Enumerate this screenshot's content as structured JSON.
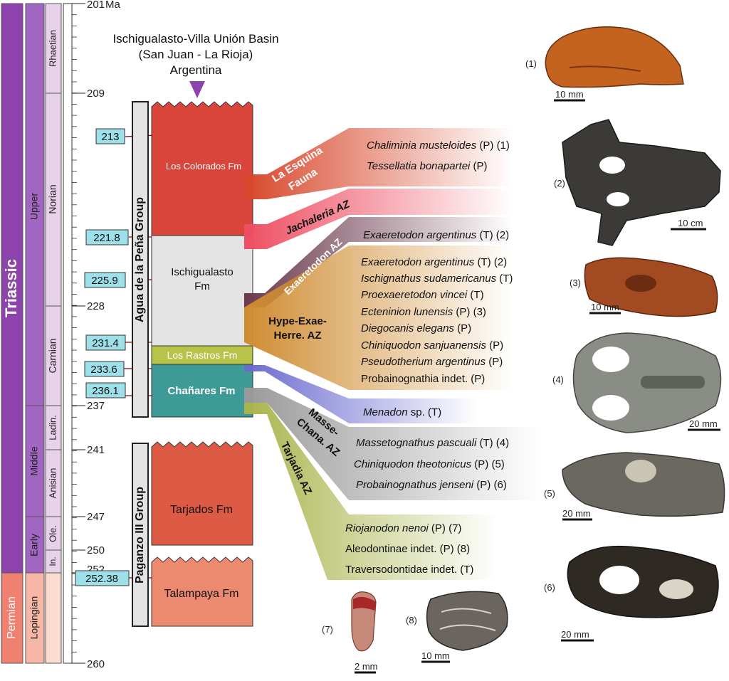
{
  "ages": {
    "unit": "Ma",
    "ticks": [
      "201",
      "209",
      "228",
      "237",
      "241",
      "247",
      "250",
      "252",
      "260"
    ]
  },
  "periods": [
    "Triassic",
    "Permian"
  ],
  "epochs": [
    "Upper",
    "Middle",
    "Early",
    "Lopingian"
  ],
  "stages": [
    "Rhaetian",
    "Norian",
    "Carnian",
    "Ladin.",
    "Anisian",
    "Ole.",
    "In."
  ],
  "title": {
    "line1": "Ischigualasto-Villa Unión Basin",
    "line2": "(San Juan - La Rioja)",
    "line3": "Argentina"
  },
  "radiometric_ages": [
    "213",
    "221.8",
    "225.9",
    "231.4",
    "233.6",
    "236.1",
    "252.38"
  ],
  "groups": {
    "upper": "Agua de la Peña Group",
    "lower": "Paganzo III Group"
  },
  "formations": {
    "los_colorados": "Los Colorados Fm",
    "ischigualasto_1": "Ischigualasto",
    "ischigualasto_2": "Fm",
    "los_rastros": "Los Rastros Fm",
    "chanares": "Chañares Fm",
    "tarjados": "Tarjados Fm",
    "talampaya": "Talampaya Fm"
  },
  "zones": {
    "esquina_1": "La Esquina",
    "esquina_2": "Fauna",
    "jachaleria": "Jachaleria AZ",
    "exaeretodon": "Exaeretodon AZ",
    "hype_1": "Hype-Exae-",
    "hype_2": "Herre. AZ",
    "masse_1": "Masse-",
    "masse_2": "Chana. AZ",
    "tarjadia": "Tarjadia AZ"
  },
  "taxa": {
    "esquina": [
      {
        "name": "Chaliminia musteloides",
        "suffix": " (P) (1)"
      },
      {
        "name": "Tessellatia bonapartei",
        "suffix": " (P)"
      }
    ],
    "exaeretodon": [
      {
        "name": "Exaeretodon argentinus",
        "suffix": " (T) (2)"
      }
    ],
    "hype": [
      {
        "name": "Exaeretodon argentinus",
        "suffix": " (T) (2)"
      },
      {
        "name": "Ischignathus sudamericanus",
        "suffix": " (T)"
      },
      {
        "name": "Proexaeretodon vincei",
        "suffix": " (T)"
      },
      {
        "name": "Ecteninion lunensis",
        "suffix": " (P) (3)"
      },
      {
        "name": "Diegocanis elegans",
        "suffix": " (P)"
      },
      {
        "name": "Chiniquodon sanjuanensis",
        "suffix": " (P)"
      },
      {
        "name": "Pseudotherium argentinus",
        "suffix": " (P)"
      },
      {
        "name": "Probainognathia indet.",
        "suffix": " (P)"
      }
    ],
    "menadon": [
      {
        "name": "Menadon",
        "suffix": " sp. (T)"
      }
    ],
    "masse": [
      {
        "name": "Massetognathus pascuali",
        "suffix": " (T) (4)"
      },
      {
        "name": "Chiniquodon theotonicus",
        "suffix": " (P) (5)"
      },
      {
        "name": "Probainognathus jenseni",
        "suffix": " (P) (6)"
      }
    ],
    "tarjadia": [
      {
        "name": "Riojanodon nenoi",
        "suffix": " (P)  (7)"
      },
      {
        "name": "Aleodontinae indet.",
        "suffix": " (P)  (8)"
      },
      {
        "name": "Traversodontidae indet.",
        "suffix": " (T)"
      }
    ]
  },
  "specimens": [
    {
      "label": "(1)",
      "scale": "10 mm"
    },
    {
      "label": "(2)",
      "scale": "10 cm"
    },
    {
      "label": "(3)",
      "scale": "10 mm"
    },
    {
      "label": "(4)",
      "scale": "20 mm"
    },
    {
      "label": "(5)",
      "scale": "20 mm"
    },
    {
      "label": "(6)",
      "scale": "20 mm"
    },
    {
      "label": "(7)",
      "scale": "2 mm"
    },
    {
      "label": "(8)",
      "scale": "10 mm"
    }
  ],
  "colors": {
    "triassic": "#8e44ad",
    "permian": "#f08070",
    "los_colorados": "#d9453a",
    "ischigualasto": "#e4e4e4",
    "los_rastros": "#b8c34a",
    "chanares": "#3e9a97",
    "tarjados": "#dd5a45",
    "talampaya": "#eb8a6e",
    "age_box": "#9ee0ea",
    "esquina": "#d8482c",
    "jachaleria": "#ee4e62",
    "exaeretodon": "#6b3a4e",
    "hype": "#cf8c32",
    "menadon": "#6a6ad0",
    "masse": "#9a9a9a",
    "tarjadia": "#a9b44c"
  }
}
